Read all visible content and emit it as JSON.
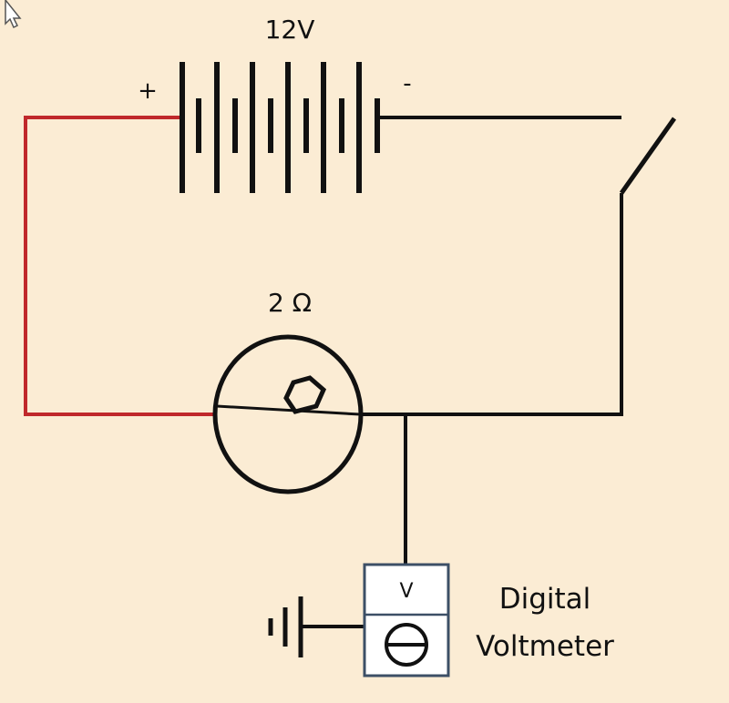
{
  "diagram": {
    "battery": {
      "voltage_label": "12V",
      "positive_label": "+",
      "negative_label": "-"
    },
    "lamp": {
      "resistance_label": "2 Ω"
    },
    "voltmeter": {
      "symbol_label": "V",
      "name_line1": "Digital",
      "name_line2": "Voltmeter"
    },
    "wire_colors": {
      "positive_lead": "#c0282b",
      "conductor": "#111111"
    },
    "icons": [
      "cursor-arrow-icon",
      "battery-icon",
      "switch-icon",
      "lamp-icon",
      "ground-icon",
      "voltmeter-icon"
    ]
  }
}
